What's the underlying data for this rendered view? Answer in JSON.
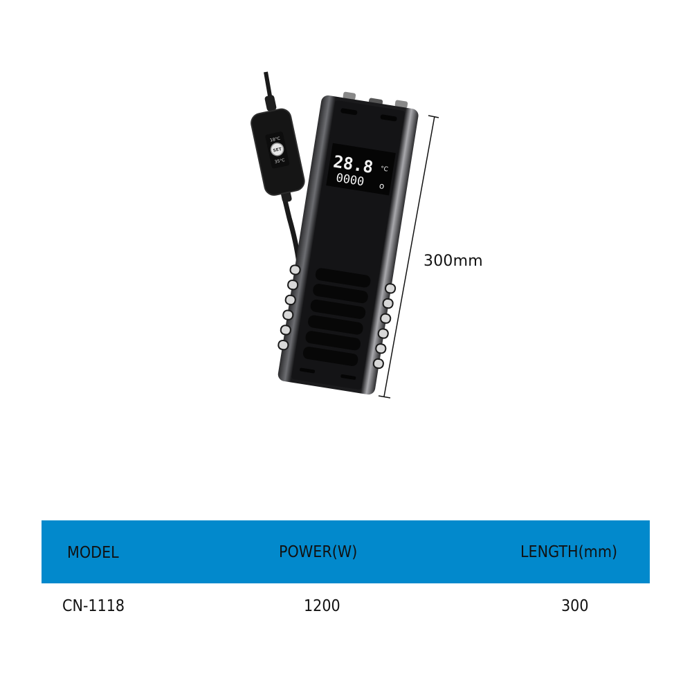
{
  "product": {
    "name": "aquarium-heater",
    "display": {
      "temperature": "28.8",
      "temperature_unit": "°C",
      "counter": "0000",
      "counter_symbol": "o"
    },
    "controller": {
      "max_temp": "18°C",
      "button_label": "SET",
      "min_temp": "35°C"
    },
    "dimension_label": "300mm"
  },
  "spec_table": {
    "header_color": "#0289cc",
    "columns": [
      "MODEL",
      "POWER(W)",
      "LENGTH(mm)"
    ],
    "rows": [
      [
        "CN-1118",
        "1200",
        "300"
      ]
    ]
  }
}
